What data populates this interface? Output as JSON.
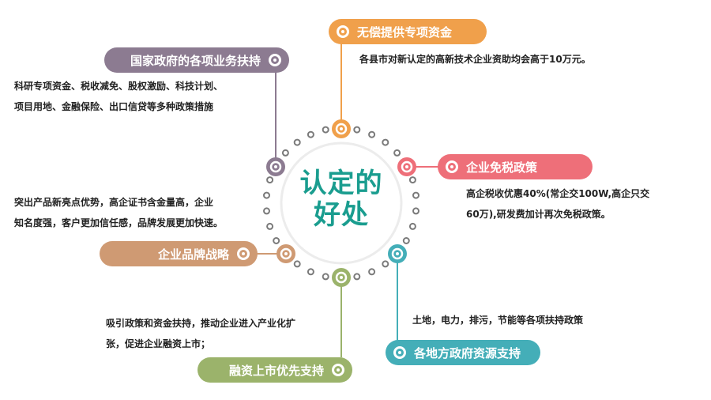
{
  "center": {
    "line1": "认定的",
    "line2": "好处",
    "color": "#1a9d8f"
  },
  "branches": [
    {
      "id": "funding",
      "title": "无偿提供专项资金",
      "color": "#f0a04b",
      "desc": [
        "各县市对新认定的高新技术企业资助均会高于10万元。"
      ]
    },
    {
      "id": "national-support",
      "title": "国家政府的各项业务扶持",
      "color": "#8c7b91",
      "desc": [
        "科研专项资金、税收减免、股权激励、科技计划、",
        "项目用地、金融保险、出口信贷等多种政策措施"
      ]
    },
    {
      "id": "tax",
      "title": "企业免税政策",
      "color": "#ee6f79",
      "desc": [
        "高企税收优惠40%(常企交100W,高企只交",
        "60万),研发费加计再次免税政策。"
      ]
    },
    {
      "id": "brand",
      "title": "企业品牌战略",
      "color": "#cf9a73",
      "desc": [
        "突出产品新亮点优势，高企证书含金量高，企业",
        "知名度强，客户更加信任感，品牌发展更加快速。"
      ]
    },
    {
      "id": "local-gov",
      "title": "各地方政府资源支持",
      "color": "#44aeb8",
      "desc": [
        "土地，电力，排污，节能等各项扶持政策"
      ]
    },
    {
      "id": "financing",
      "title": "融资上市优先支持",
      "color": "#9bb36b",
      "desc": [
        "吸引政策和资金扶持，推动企业进入产业化扩",
        "张，促进企业融资上市；"
      ]
    }
  ]
}
